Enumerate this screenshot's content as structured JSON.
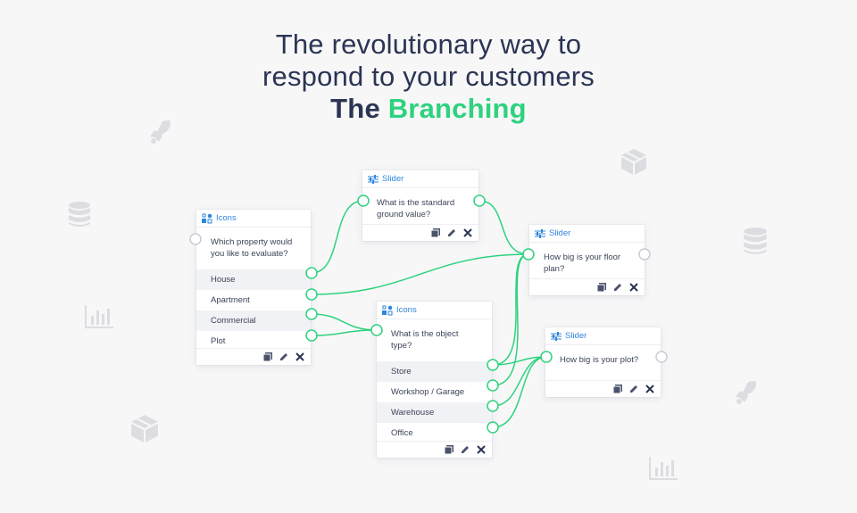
{
  "headline": {
    "line1": "The revolutionary way to",
    "line2": "respond to your customers",
    "line3_prefix": "The",
    "line3_accent": "Branching"
  },
  "colors": {
    "accent": "#2ed27e",
    "link": "#2f86dd",
    "text": "#2b3553"
  },
  "nodes": {
    "icons_property": {
      "type_label": "Icons",
      "type_icon": "icons-type-icon",
      "question": "Which property would you like to evaluate?",
      "options": [
        "House",
        "Apartment",
        "Commercial",
        "Plot"
      ]
    },
    "slider_ground": {
      "type_label": "Slider",
      "type_icon": "slider-type-icon",
      "question": "What is the standard ground value?"
    },
    "slider_floor": {
      "type_label": "Slider",
      "type_icon": "slider-type-icon",
      "question": "How big is your floor plan?"
    },
    "icons_object": {
      "type_label": "Icons",
      "type_icon": "icons-type-icon",
      "question": "What is the object type?",
      "options": [
        "Store",
        "Workshop / Garage",
        "Warehouse",
        "Office"
      ]
    },
    "slider_plot": {
      "type_label": "Slider",
      "type_icon": "slider-type-icon",
      "question": "How big is your plot?"
    }
  },
  "toolbar_icons": [
    "copy-icon",
    "edit-icon",
    "delete-icon"
  ],
  "background_icons": [
    "rocket-icon",
    "database-icon",
    "bar-chart-icon",
    "box-icon"
  ]
}
